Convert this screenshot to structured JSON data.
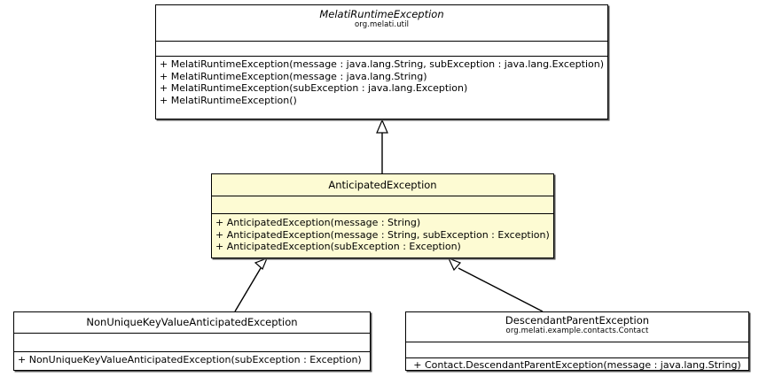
{
  "diagram": {
    "type": "uml-class-diagram",
    "background_color": "#ffffff",
    "highlight_color": "#fdfbd3",
    "line_color": "#000000"
  },
  "classes": {
    "melati_runtime_exception": {
      "name": "MelatiRuntimeException",
      "package": "org.melati.util",
      "abstract": true,
      "highlighted": false,
      "attributes": [],
      "methods": [
        "+ MelatiRuntimeException(message : java.lang.String, subException : java.lang.Exception)",
        "+ MelatiRuntimeException(message : java.lang.String)",
        "+ MelatiRuntimeException(subException : java.lang.Exception)",
        "+ MelatiRuntimeException()"
      ]
    },
    "anticipated_exception": {
      "name": "AnticipatedException",
      "package": "",
      "abstract": false,
      "highlighted": true,
      "attributes": [],
      "methods": [
        "+ AnticipatedException(message : String)",
        "+ AnticipatedException(message : String, subException : Exception)",
        "+ AnticipatedException(subException : Exception)"
      ]
    },
    "non_unique_key_value_anticipated_exception": {
      "name": "NonUniqueKeyValueAnticipatedException",
      "package": "",
      "abstract": false,
      "highlighted": false,
      "attributes": [],
      "methods": [
        "+ NonUniqueKeyValueAnticipatedException(subException : Exception)"
      ]
    },
    "descendant_parent_exception": {
      "name": "DescendantParentException",
      "package": "org.melati.example.contacts.Contact",
      "abstract": false,
      "highlighted": false,
      "attributes": [],
      "methods": [
        "+ Contact.DescendantParentException(message : java.lang.String)"
      ]
    }
  },
  "relationships": [
    {
      "kind": "generalization",
      "from": "anticipated_exception",
      "to": "melati_runtime_exception"
    },
    {
      "kind": "generalization",
      "from": "non_unique_key_value_anticipated_exception",
      "to": "anticipated_exception"
    },
    {
      "kind": "generalization",
      "from": "descendant_parent_exception",
      "to": "anticipated_exception"
    }
  ]
}
